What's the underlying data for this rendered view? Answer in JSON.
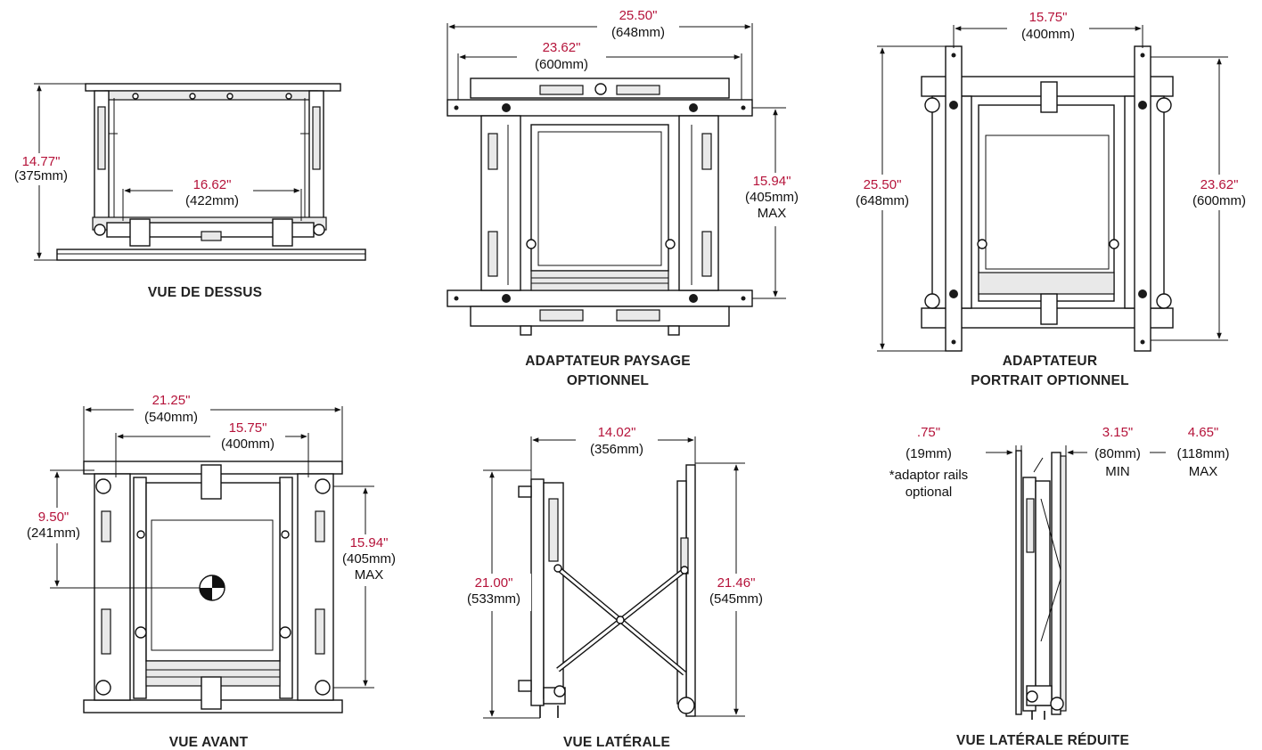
{
  "colors": {
    "dimension": "#b5133a",
    "ink": "#111111",
    "caption": "#222222"
  },
  "views": {
    "top": {
      "caption": "VUE DE DESSUS",
      "height_in": "14.77\"",
      "height_mm": "(375mm)",
      "inner_in": "16.62\"",
      "inner_mm": "(422mm)"
    },
    "landscape": {
      "caption_line1": "ADAPTATEUR PAYSAGE",
      "caption_line2": "OPTIONNEL",
      "outer_in": "25.50\"",
      "outer_mm": "(648mm)",
      "inner_in": "23.62\"",
      "inner_mm": "(600mm)",
      "height_in": "15.94\"",
      "height_mm": "(405mm)",
      "height_note": "MAX"
    },
    "portrait": {
      "caption_line1": "ADAPTATEUR",
      "caption_line2": "PORTRAIT OPTIONNEL",
      "width_in": "15.75\"",
      "width_mm": "(400mm)",
      "left_in": "25.50\"",
      "left_mm": "(648mm)",
      "right_in": "23.62\"",
      "right_mm": "(600mm)"
    },
    "front": {
      "caption": "VUE AVANT",
      "outer_in": "21.25\"",
      "outer_mm": "(540mm)",
      "inner_in": "15.75\"",
      "inner_mm": "(400mm)",
      "cog_in": "9.50\"",
      "cog_mm": "(241mm)",
      "height_in": "15.94\"",
      "height_mm": "(405mm)",
      "height_note": "MAX"
    },
    "side": {
      "caption": "VUE LATÉRALE",
      "depth_in": "14.02\"",
      "depth_mm": "(356mm)",
      "left_in": "21.00\"",
      "left_mm": "(533mm)",
      "right_in": "21.46\"",
      "right_mm": "(545mm)"
    },
    "side_reduced": {
      "caption": "VUE LATÉRALE RÉDUITE",
      "rail_in": ".75\"",
      "rail_mm": "(19mm)",
      "rail_note_1": "*adaptor rails",
      "rail_note_2": "optional",
      "min_in": "3.15\"",
      "min_mm": "(80mm)",
      "min_note": "MIN",
      "max_in": "4.65\"",
      "max_mm": "(118mm)",
      "max_note": "MAX"
    }
  }
}
